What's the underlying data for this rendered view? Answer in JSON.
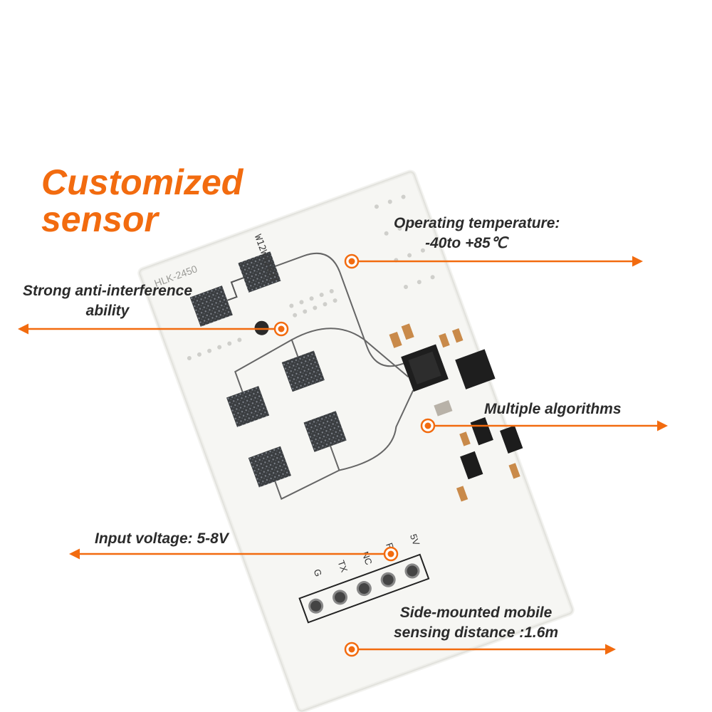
{
  "heading": {
    "line1": "Customized",
    "line2": "sensor"
  },
  "callouts": {
    "temperature": {
      "line1": "Operating temperature:",
      "line2": "-40to +85℃"
    },
    "interference": {
      "line1": "Strong anti-interference",
      "line2": "ability"
    },
    "algorithms": {
      "text": "Multiple algorithms"
    },
    "voltage": {
      "text": "Input voltage: 5-8V"
    },
    "distance": {
      "line1": "Side-mounted mobile",
      "line2": "sensing distance :1.6m"
    }
  },
  "board": {
    "silkscreen_model": "HLK-2450",
    "marking": "W12WA2437",
    "pins": [
      "5V",
      "RX",
      "NC",
      "TX",
      "G"
    ]
  },
  "colors": {
    "accent": "#f26b0f",
    "text": "#2b2b2b",
    "pcb": "#f4f4f1",
    "pad": "#2f2f2f"
  }
}
